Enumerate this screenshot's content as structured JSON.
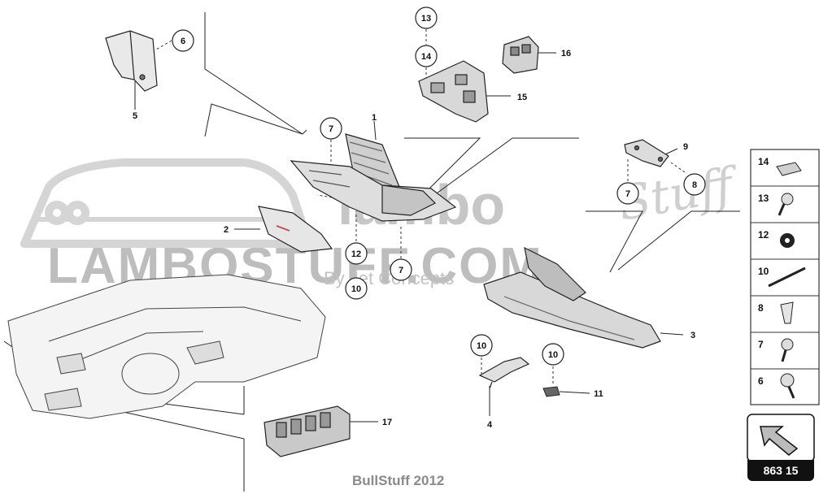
{
  "watermark": {
    "main": "LAMBOSTUFF.COM",
    "brand_mid": "lambo",
    "brand_script": "Stuff",
    "subline": "By Jet Concepts"
  },
  "footer": "BullStuff 2012",
  "reference_code": "863 15",
  "circled_callouts": [
    "13",
    "14",
    "6",
    "7",
    "7",
    "7",
    "8",
    "12",
    "10",
    "10",
    "10"
  ],
  "plain_callouts": [
    "1",
    "2",
    "3",
    "4",
    "5",
    "9",
    "11",
    "15",
    "16",
    "17"
  ],
  "legend": [
    "14",
    "13",
    "12",
    "10",
    "8",
    "7",
    "6"
  ]
}
